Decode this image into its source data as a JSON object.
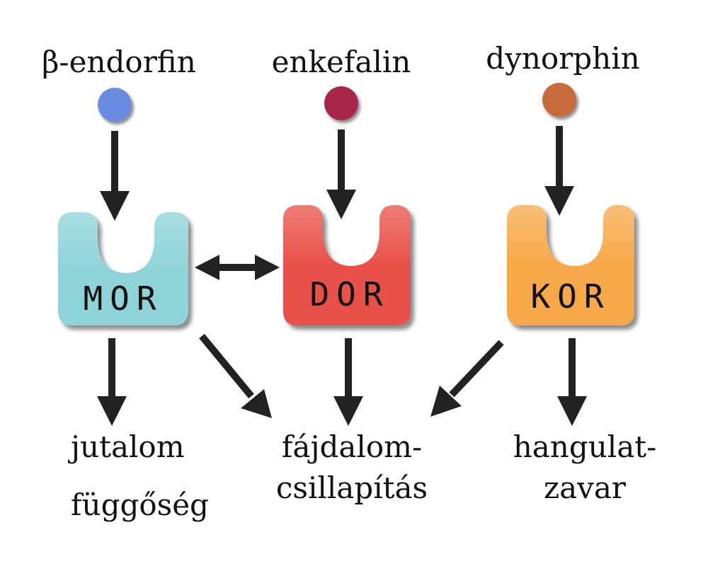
{
  "ligands": [
    {
      "label": "β-endorfin",
      "color": "#6b8de3"
    },
    {
      "label": "enkefalin",
      "color": "#a8284a"
    },
    {
      "label": "dynorphin",
      "color": "#c76a3c"
    }
  ],
  "receptors": [
    {
      "label": "MOR",
      "color": "#8dd3d8"
    },
    {
      "label": "DOR",
      "color": "#e8514a"
    },
    {
      "label": "KOR",
      "color": "#f7a94a"
    }
  ],
  "outcomes": {
    "reward": {
      "line1": "jutalom",
      "line2": "függőség"
    },
    "analgesia": {
      "line1": "fájdalom-",
      "line2": "csillapítás"
    },
    "mood": {
      "line1": "hangulat-",
      "line2": "zavar"
    }
  },
  "arrow_color": "#222222"
}
